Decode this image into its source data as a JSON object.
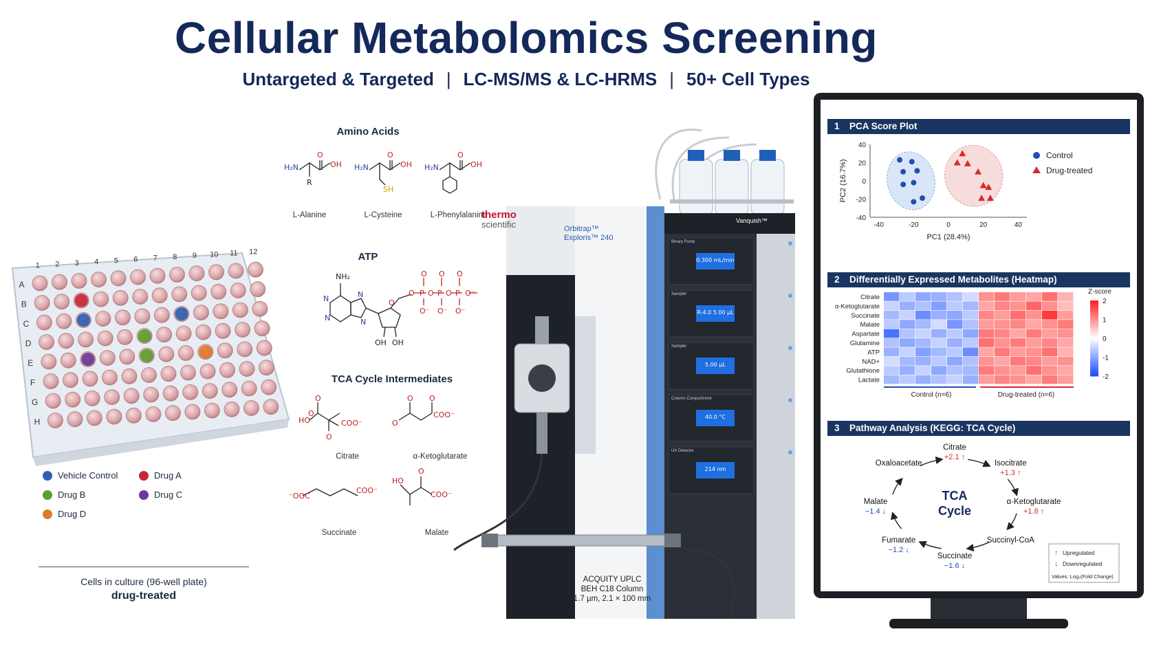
{
  "title": "Cellular Metabolomics Screening",
  "subtitle": {
    "part1": "Untargeted & Targeted",
    "sep": "|",
    "part2": "LC-MS/MS & LC-HRMS",
    "part3": "50+ Cell Types"
  },
  "chemistry": {
    "amino_acids_heading": "Amino Acids",
    "amino_acids": [
      "L-Alanine",
      "L-Cysteine",
      "L-Phenylalanine"
    ],
    "atp_heading": "ATP",
    "tca_heading": "TCA Cycle Intermediates",
    "tca_compounds": [
      "Citrate",
      "α-Ketoglutarate",
      "Succinate",
      "Malate"
    ]
  },
  "plate": {
    "columns": [
      "1",
      "2",
      "3",
      "4",
      "5",
      "6",
      "7",
      "8",
      "9",
      "10",
      "11",
      "12"
    ],
    "rows": [
      "A",
      "B",
      "C",
      "D",
      "E",
      "F",
      "G",
      "H"
    ],
    "legend": [
      {
        "label": "Vehicle Control",
        "color": "#2f5fb0"
      },
      {
        "label": "Drug A",
        "color": "#c8283a"
      },
      {
        "label": "Drug B",
        "color": "#5aa02c"
      },
      {
        "label": "Drug C",
        "color": "#6a3a9a"
      },
      {
        "label": "Drug D",
        "color": "#e07a2a"
      }
    ],
    "caption_line1": "Cells in culture (96-well plate)",
    "caption_line2": "drug-treated"
  },
  "instrument": {
    "brand_line1": "thermo",
    "brand_line2": "scientific",
    "ms_name_line1": "Orbitrap™",
    "ms_name_line2": "Exploris™ 240",
    "lc_brand": "Vanquish™",
    "modules": [
      {
        "name": "Binary Pump",
        "display": "0.300 mL/min"
      },
      {
        "name": "Sampler",
        "display": "R-4.0 5.00 µL"
      },
      {
        "name": "Sampler",
        "display": "5.00 µL"
      },
      {
        "name": "Column Compartment",
        "display": "40.0 °C"
      },
      {
        "name": "UV Detector",
        "display": "214 nm"
      }
    ],
    "column_line1": "ACQUITY UPLC",
    "column_line2": "BEH C18 Column",
    "column_line3": "1.7 µm, 2.1 × 100 mm"
  },
  "panels": {
    "pca_num": "1",
    "pca_title": "PCA Score Plot",
    "heatmap_num": "2",
    "heatmap_title": "Differentially Expressed Metabolites (Heatmap)",
    "pathway_num": "3",
    "pathway_title": "Pathway Analysis (KEGG: TCA Cycle)"
  },
  "chart_data": [
    {
      "type": "scatter",
      "xlabel": "PC1 (28.4%)",
      "ylabel": "PC2 (16.7%)",
      "xlim": [
        -45,
        45
      ],
      "ylim": [
        -40,
        40
      ],
      "xticks": [
        -40,
        -20,
        0,
        20,
        40
      ],
      "yticks": [
        40,
        20,
        0,
        -20,
        -40
      ],
      "legend_placement": "right",
      "series": [
        {
          "name": "Control",
          "marker": "circle",
          "color": "#1f4fb3",
          "points": [
            [
              -28,
              23
            ],
            [
              -21,
              21
            ],
            [
              -26,
              10
            ],
            [
              -18,
              11
            ],
            [
              -26,
              -4
            ],
            [
              -20,
              -2
            ],
            [
              -20,
              -23
            ],
            [
              -15,
              -19
            ]
          ]
        },
        {
          "name": "Drug-treated",
          "marker": "triangle",
          "color": "#d62b2b",
          "points": [
            [
              8,
              30
            ],
            [
              5,
              20
            ],
            [
              11,
              19
            ],
            [
              17,
              10
            ],
            [
              20,
              -5
            ],
            [
              23,
              -7
            ],
            [
              19,
              -19
            ],
            [
              24,
              -19
            ]
          ]
        }
      ]
    },
    {
      "type": "heatmap",
      "rows": [
        "Citrate",
        "α-Ketoglutarate",
        "Succinate",
        "Malate",
        "Aspartate",
        "Glutamine",
        "ATP",
        "NAD+",
        "Glutathione",
        "Lactate"
      ],
      "group_labels": [
        "Control (n=6)",
        "Drug-treated (n=6)"
      ],
      "colorbar_title": "Z-score",
      "colorbar_ticks": [
        2,
        1,
        0,
        -1,
        -2
      ],
      "values": [
        [
          -1.2,
          -0.6,
          -1.0,
          -0.9,
          -0.7,
          -0.4,
          1.0,
          1.2,
          0.9,
          0.8,
          1.3,
          0.7
        ],
        [
          -0.5,
          -0.9,
          -0.7,
          -1.1,
          -0.6,
          -0.8,
          0.8,
          1.1,
          1.0,
          1.4,
          1.0,
          0.6
        ],
        [
          -0.8,
          -0.5,
          -1.3,
          -0.9,
          -1.0,
          -0.6,
          1.1,
          0.9,
          1.3,
          1.0,
          1.8,
          0.9
        ],
        [
          -0.6,
          -1.0,
          -0.8,
          -0.4,
          -1.2,
          -0.7,
          0.9,
          1.0,
          1.1,
          0.8,
          1.0,
          1.2
        ],
        [
          -1.6,
          -0.7,
          -0.5,
          -0.9,
          -0.6,
          -1.0,
          1.2,
          1.1,
          0.8,
          1.2,
          0.9,
          1.0
        ],
        [
          -0.7,
          -1.0,
          -0.8,
          -0.5,
          -0.9,
          -0.6,
          1.3,
          1.0,
          1.2,
          0.9,
          1.1,
          0.8
        ],
        [
          -0.9,
          -0.5,
          -1.1,
          -0.8,
          -0.6,
          -1.3,
          0.8,
          1.2,
          0.9,
          1.0,
          1.3,
          0.7
        ],
        [
          -0.4,
          -0.8,
          -0.9,
          -0.6,
          -1.0,
          -0.7,
          1.0,
          0.8,
          1.2,
          1.1,
          0.9,
          1.0
        ],
        [
          -0.6,
          -0.9,
          -0.5,
          -1.0,
          -0.7,
          -0.8,
          1.2,
          1.0,
          0.9,
          1.3,
          1.0,
          0.8
        ],
        [
          -0.8,
          -0.6,
          -0.9,
          -0.7,
          -0.5,
          -0.9,
          0.9,
          1.1,
          1.0,
          0.8,
          1.2,
          0.9
        ]
      ]
    },
    {
      "type": "pathway",
      "center_line1": "TCA",
      "center_line2": "Cycle",
      "nodes": [
        {
          "name": "Citrate",
          "change": "+2.1",
          "direction": "up"
        },
        {
          "name": "Isocitrate",
          "change": "+1.3",
          "direction": "up"
        },
        {
          "name": "α-Ketoglutarate",
          "change": "+1.8",
          "direction": "up"
        },
        {
          "name": "Succinyl-CoA",
          "change": "",
          "direction": ""
        },
        {
          "name": "Succinate",
          "change": "−1.6",
          "direction": "down"
        },
        {
          "name": "Fumarate",
          "change": "−1.2",
          "direction": "down"
        },
        {
          "name": "Malate",
          "change": "−1.4",
          "direction": "down"
        },
        {
          "name": "Oxaloacetate",
          "change": "",
          "direction": ""
        }
      ],
      "legend": {
        "up": "Upregulated",
        "down": "Downregulated",
        "note": "Values: Log₂(Fold Change)"
      }
    }
  ]
}
